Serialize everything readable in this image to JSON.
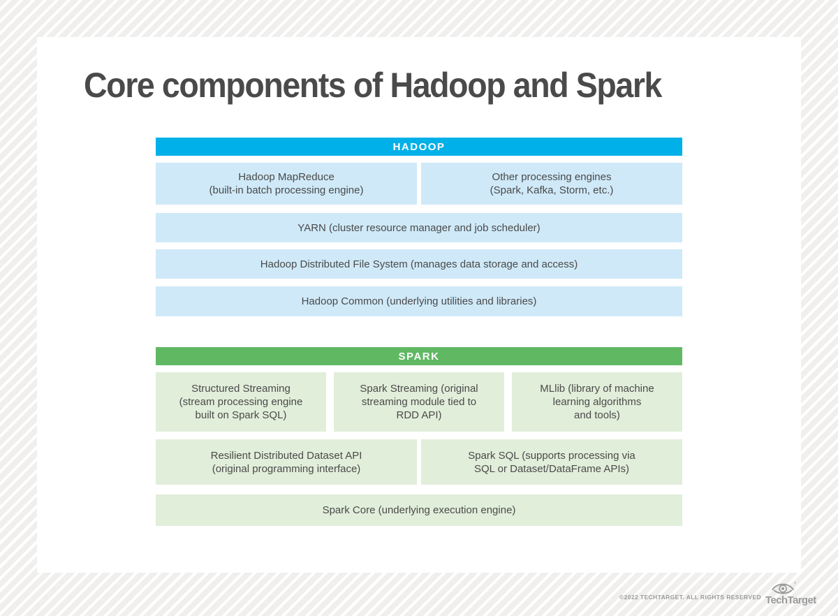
{
  "page": {
    "title": "Core components of Hadoop and Spark",
    "title_color": "#4a4a4a",
    "text_color": "#4a4a4a",
    "footer_color": "#9b9b9b"
  },
  "hadoop": {
    "header_label": "HADOOP",
    "colors": {
      "header_bg": "#00b0e8",
      "box_bg": "#cfe9f8"
    },
    "boxes": {
      "mapreduce": "Hadoop MapReduce\n(built-in batch processing engine)",
      "other_engines": "Other processing engines\n(Spark, Kafka, Storm, etc.)",
      "yarn": "YARN (cluster resource manager and job scheduler)",
      "hdfs": "Hadoop Distributed File System (manages data storage and access)",
      "common": "Hadoop Common (underlying utilities and libraries)"
    }
  },
  "spark": {
    "header_label": "SPARK",
    "colors": {
      "header_bg": "#61b863",
      "box_bg": "#e1eeda"
    },
    "boxes": {
      "structured_streaming": "Structured Streaming\n(stream processing engine\nbuilt on Spark SQL)",
      "spark_streaming": "Spark Streaming (original\nstreaming module tied to\nRDD API)",
      "mllib": "MLlib (library of machine\nlearning algorithms\nand tools)",
      "rdd_api": "Resilient Distributed Dataset API\n(original programming interface)",
      "spark_sql": "Spark SQL (supports processing via\nSQL or Dataset/DataFrame APIs)",
      "spark_core": "Spark Core (underlying execution engine)"
    }
  },
  "footer": {
    "copyright": "©2022 TechTarget. All rights reserved",
    "logo_text": "TechTarget"
  }
}
